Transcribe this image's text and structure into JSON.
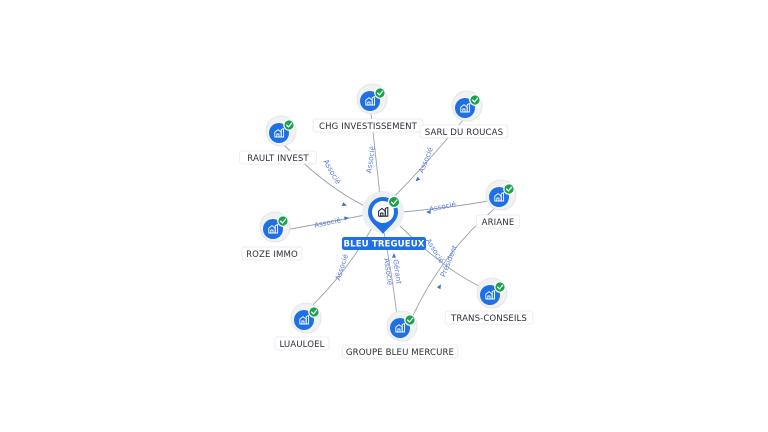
{
  "center": {
    "label": "BLEU TREGUEUX",
    "icon": "building-icon",
    "verified_icon": "check-badge-icon"
  },
  "nodes": [
    {
      "id": "chg",
      "label": "CHG INVESTISSEMENT",
      "icon": "building-icon",
      "verified": true
    },
    {
      "id": "sarl",
      "label": "SARL DU ROUCAS",
      "icon": "building-icon",
      "verified": true
    },
    {
      "id": "rault",
      "label": "RAULT INVEST",
      "icon": "building-icon",
      "verified": true
    },
    {
      "id": "ariane",
      "label": "ARIANE",
      "icon": "building-icon",
      "verified": true
    },
    {
      "id": "roze",
      "label": "ROZE IMMO",
      "icon": "building-icon",
      "verified": true
    },
    {
      "id": "luauloel",
      "label": "LUAULOEL",
      "icon": "building-icon",
      "verified": true
    },
    {
      "id": "groupe",
      "label": "GROUPE BLEU MERCURE",
      "icon": "building-icon",
      "verified": true
    },
    {
      "id": "trans",
      "label": "TRANS-CONSEILS",
      "icon": "building-icon",
      "verified": true
    }
  ],
  "edges": [
    {
      "from": "chg",
      "labels": [
        "Associé"
      ]
    },
    {
      "from": "sarl",
      "labels": [
        "Associé"
      ]
    },
    {
      "from": "rault",
      "labels": [
        "Associé"
      ]
    },
    {
      "from": "ariane",
      "labels": [
        "Associé"
      ]
    },
    {
      "from": "roze",
      "labels": [
        "Associé"
      ]
    },
    {
      "from": "luauloel",
      "labels": [
        "Associé"
      ]
    },
    {
      "from": "groupe",
      "labels": [
        "Gérant",
        "Associé"
      ]
    },
    {
      "from": "trans",
      "labels": [
        "Associé"
      ]
    },
    {
      "from": "ariane",
      "to": "groupe",
      "labels": [
        "Président"
      ]
    }
  ],
  "colors": {
    "node": "#1f6fe5",
    "verified": "#17a34a",
    "edge_label": "#5b7fd8",
    "edge": "#9aa3ae"
  }
}
